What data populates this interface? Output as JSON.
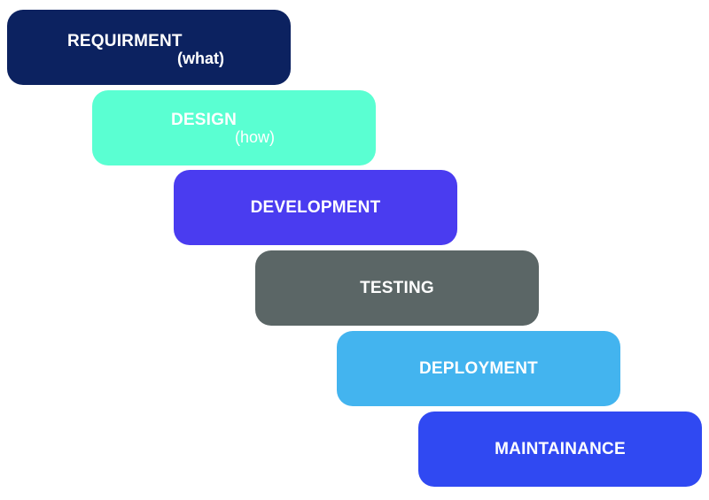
{
  "steps": [
    {
      "label": "REQUIRMENT",
      "sub": "(what)",
      "color": "#0c2260"
    },
    {
      "label": "DESIGN",
      "sub": "(how)",
      "color": "#5affd2"
    },
    {
      "label": "DEVELOPMENT",
      "color": "#4a3cf0"
    },
    {
      "label": "TESTING",
      "color": "#5b6666"
    },
    {
      "label": "DEPLOYMENT",
      "color": "#43b4ef"
    },
    {
      "label": "MAINTAINANCE",
      "color": "#3049f2"
    }
  ]
}
